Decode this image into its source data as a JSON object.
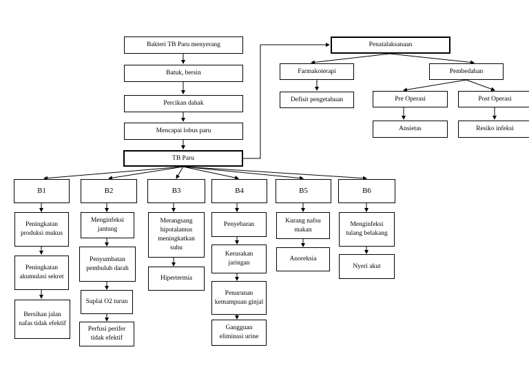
{
  "nodes": {
    "bakteri": "Bakteri TB Paru menyerang",
    "batuk": "Batuk, bersin",
    "percikan": "Percikan dahak",
    "mencapai": "Mencapai lobus paru",
    "tbparu": "TB Paru",
    "penatalaksanaan": "Penatalaksanaan",
    "farmakoterapi": "Farmakoterapi",
    "pembedahan": "Pembedahan",
    "defisit": "Defisit pengetahuan",
    "preop": "Pre Operasi",
    "postop": "Post Operasi",
    "ansietas": "Ansietas",
    "resiko": "Resiko infeksi",
    "b1": "B1",
    "b2": "B2",
    "b3": "B3",
    "b4": "B4",
    "b5": "B5",
    "b6": "B6",
    "b1_1": "Peningkatan produksi mukus",
    "b1_2": "Peningkatan akumulasi sekret",
    "b1_3": "Bersihan jalan nafas tidak efektif",
    "b2_1": "Menginfeksi jantung",
    "b2_2": "Penyumbatan pembuluh darah",
    "b2_3": "Suplai O2 turun",
    "b2_4": "Perfusi perifer tidak efektif",
    "b3_1": "Merangsang hipotalamus meningkatkan suhu",
    "b3_2": "Hipertermia",
    "b4_1": "Penyebaran",
    "b4_2": "Kerusakan jaringan",
    "b4_3": "Penurunan kemampuan ginjal",
    "b4_4": "Gangguan eliminasi urine",
    "b5_1": "Kurang nafsu makan",
    "b5_2": "Anoreksia",
    "b6_1": "Menginfeksi tulang belakang",
    "b6_2": "Nyeri akut"
  }
}
